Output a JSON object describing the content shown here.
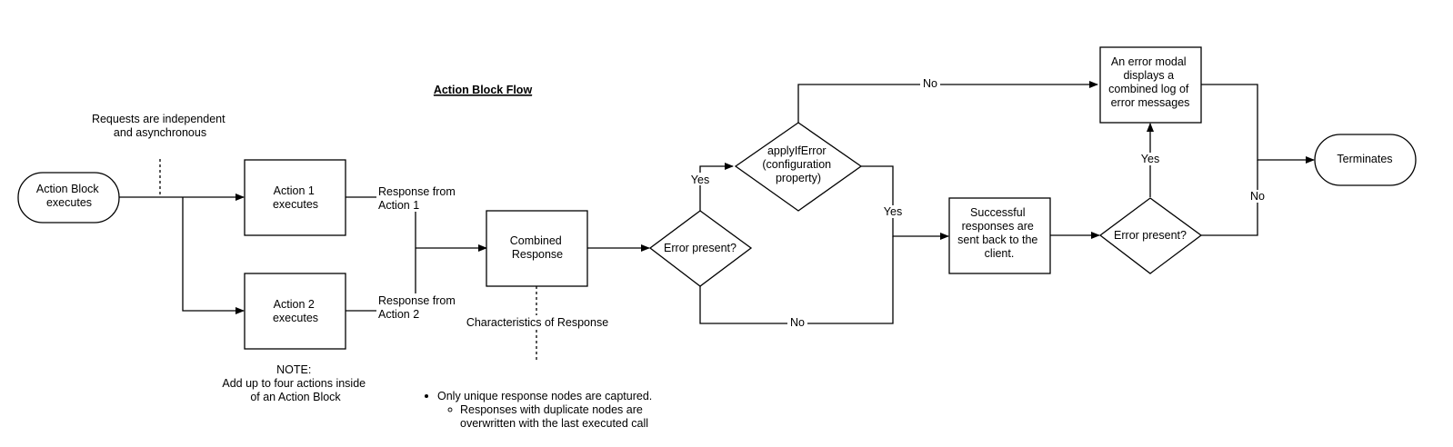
{
  "title": "Action Block Flow",
  "nodes": {
    "start": [
      "Action Block",
      "executes"
    ],
    "action1": [
      "Action 1",
      "executes"
    ],
    "action2": [
      "Action 2",
      "executes"
    ],
    "combined": [
      "Combined",
      "Response"
    ],
    "error1": [
      "Error present?"
    ],
    "applyIfError": [
      "applyIfError",
      "(configuration",
      "property)"
    ],
    "errorModal": [
      "An error modal",
      "displays a",
      "combined log of",
      "error messages"
    ],
    "success": [
      "Successful",
      "responses are",
      "sent back to the",
      "client."
    ],
    "error2": [
      "Error present?"
    ],
    "terminates": [
      "Terminates"
    ]
  },
  "annotations": {
    "requests": [
      "Requests are independent",
      "and asynchronous"
    ],
    "response1": [
      "Response from",
      "Action 1"
    ],
    "response2": [
      "Response from",
      "Action 2"
    ],
    "note": [
      "NOTE:",
      "Add up to four actions inside",
      "of an Action Block"
    ],
    "characteristics": "Characteristics of Response",
    "bullet1": "Only unique response nodes are captured.",
    "bullet2": [
      "Responses with duplicate nodes are",
      "overwritten with the last executed call"
    ]
  },
  "edge_labels": {
    "yes1": "Yes",
    "no1": "No",
    "yes_apply": "Yes",
    "no_apply": "No",
    "yes2": "Yes",
    "no2": "No"
  }
}
